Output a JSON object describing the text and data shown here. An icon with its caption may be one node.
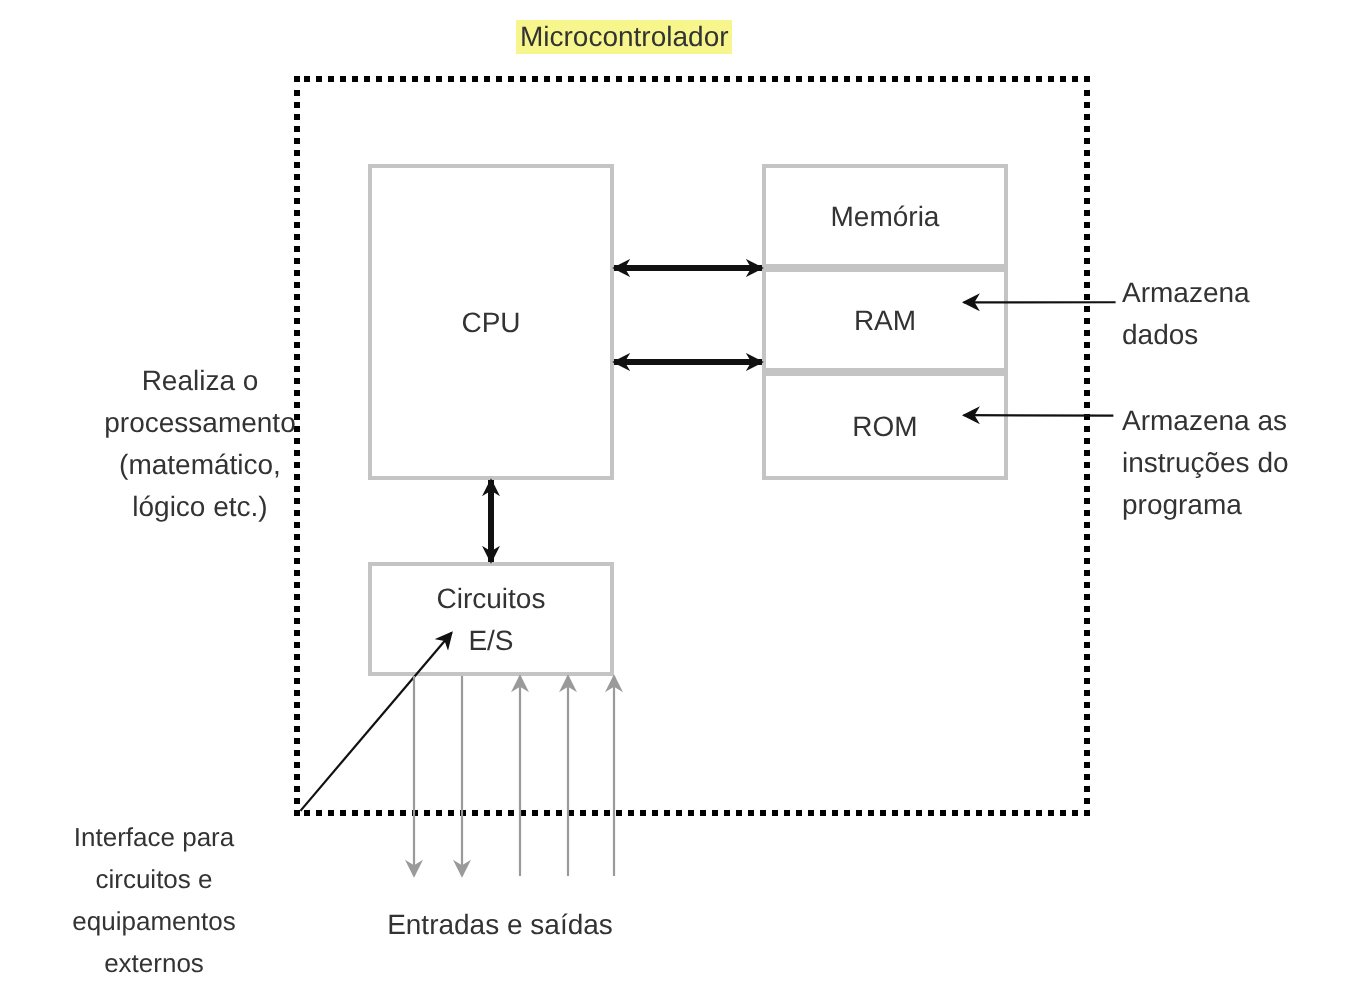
{
  "diagram": {
    "nodes": [
      {
        "text": [
          "Microcontrolador"
        ]
      },
      {
        "text": [
          "CPU"
        ],
        "in": 0
      },
      {
        "text": [
          "Memória"
        ],
        "in": 0
      },
      {
        "text": [
          "RAM"
        ],
        "in": 0
      },
      {
        "text": [
          "ROM"
        ],
        "in": 0
      },
      {
        "text": [
          "Circuitos E/S"
        ],
        "in": 0
      },
      {
        "text": [
          "Armazena dados"
        ]
      },
      {
        "text": [
          "Armazena as instruções do programa"
        ]
      },
      {
        "text": [
          "Interface para circuitos e equipamentos externos"
        ]
      }
    ],
    "edges": [
      {
        "from": 1,
        "to": 2,
        "arrow": "both",
        "style": "thick"
      },
      {
        "from": 1,
        "to": 3,
        "arrow": "both",
        "style": "thick"
      },
      {
        "from": 1,
        "to": 5,
        "arrow": "both",
        "style": "thick"
      },
      {
        "from": 6,
        "to": 3,
        "arrow": "to"
      },
      {
        "from": 7,
        "to": 4,
        "arrow": "to"
      },
      {
        "from": 8,
        "to": 5,
        "arrow": "to"
      },
      {
        "from": 5,
        "to": null,
        "arrow": "to",
        "color": "#9a9a9a"
      },
      {
        "from": 5,
        "to": null,
        "arrow": "to",
        "color": "#9a9a9a"
      },
      {
        "from": null,
        "to": 5,
        "arrow": "to",
        "color": "#9a9a9a"
      },
      {
        "from": null,
        "to": 5,
        "arrow": "to",
        "color": "#9a9a9a"
      },
      {
        "from": null,
        "to": 5,
        "arrow": "to",
        "color": "#9a9a9a"
      }
    ],
    "labels": [
      "Realiza o processamento (matemático, lógico etc.)",
      "Entradas e saídas"
    ]
  }
}
